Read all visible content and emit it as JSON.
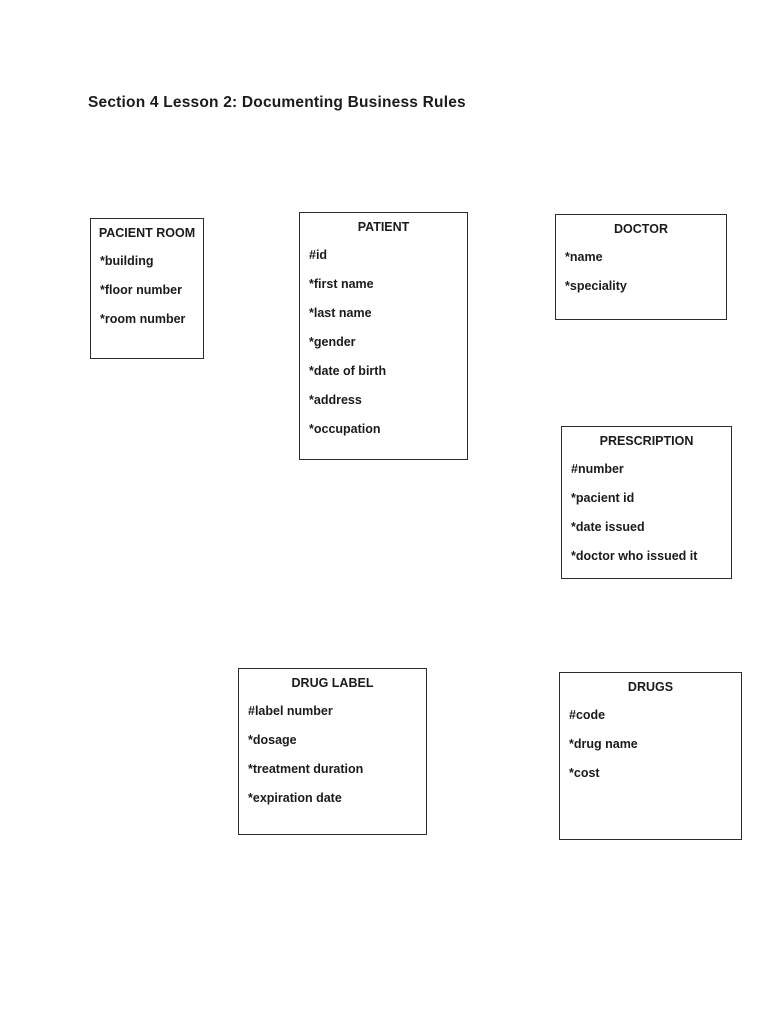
{
  "page": {
    "title": "Section 4 Lesson 2: Documenting Business Rules"
  },
  "entities": [
    {
      "key": "pacient-room",
      "name": "PACIENT ROOM",
      "attributes": [
        "*building",
        "*floor number",
        "*room number"
      ]
    },
    {
      "key": "patient",
      "name": "PATIENT",
      "attributes": [
        "#id",
        "*first name",
        "*last name",
        "*gender",
        "*date of birth",
        "*address",
        "*occupation"
      ]
    },
    {
      "key": "doctor",
      "name": "DOCTOR",
      "attributes": [
        "*name",
        "*speciality"
      ]
    },
    {
      "key": "prescription",
      "name": "PRESCRIPTION",
      "attributes": [
        "#number",
        "*pacient id",
        "*date issued",
        "*doctor who issued it"
      ]
    },
    {
      "key": "drug-label",
      "name": "DRUG LABEL",
      "attributes": [
        "#label number",
        "*dosage",
        "*treatment duration",
        "*expiration date"
      ]
    },
    {
      "key": "drugs",
      "name": "DRUGS",
      "attributes": [
        "#code",
        "*drug name",
        "*cost"
      ]
    }
  ]
}
